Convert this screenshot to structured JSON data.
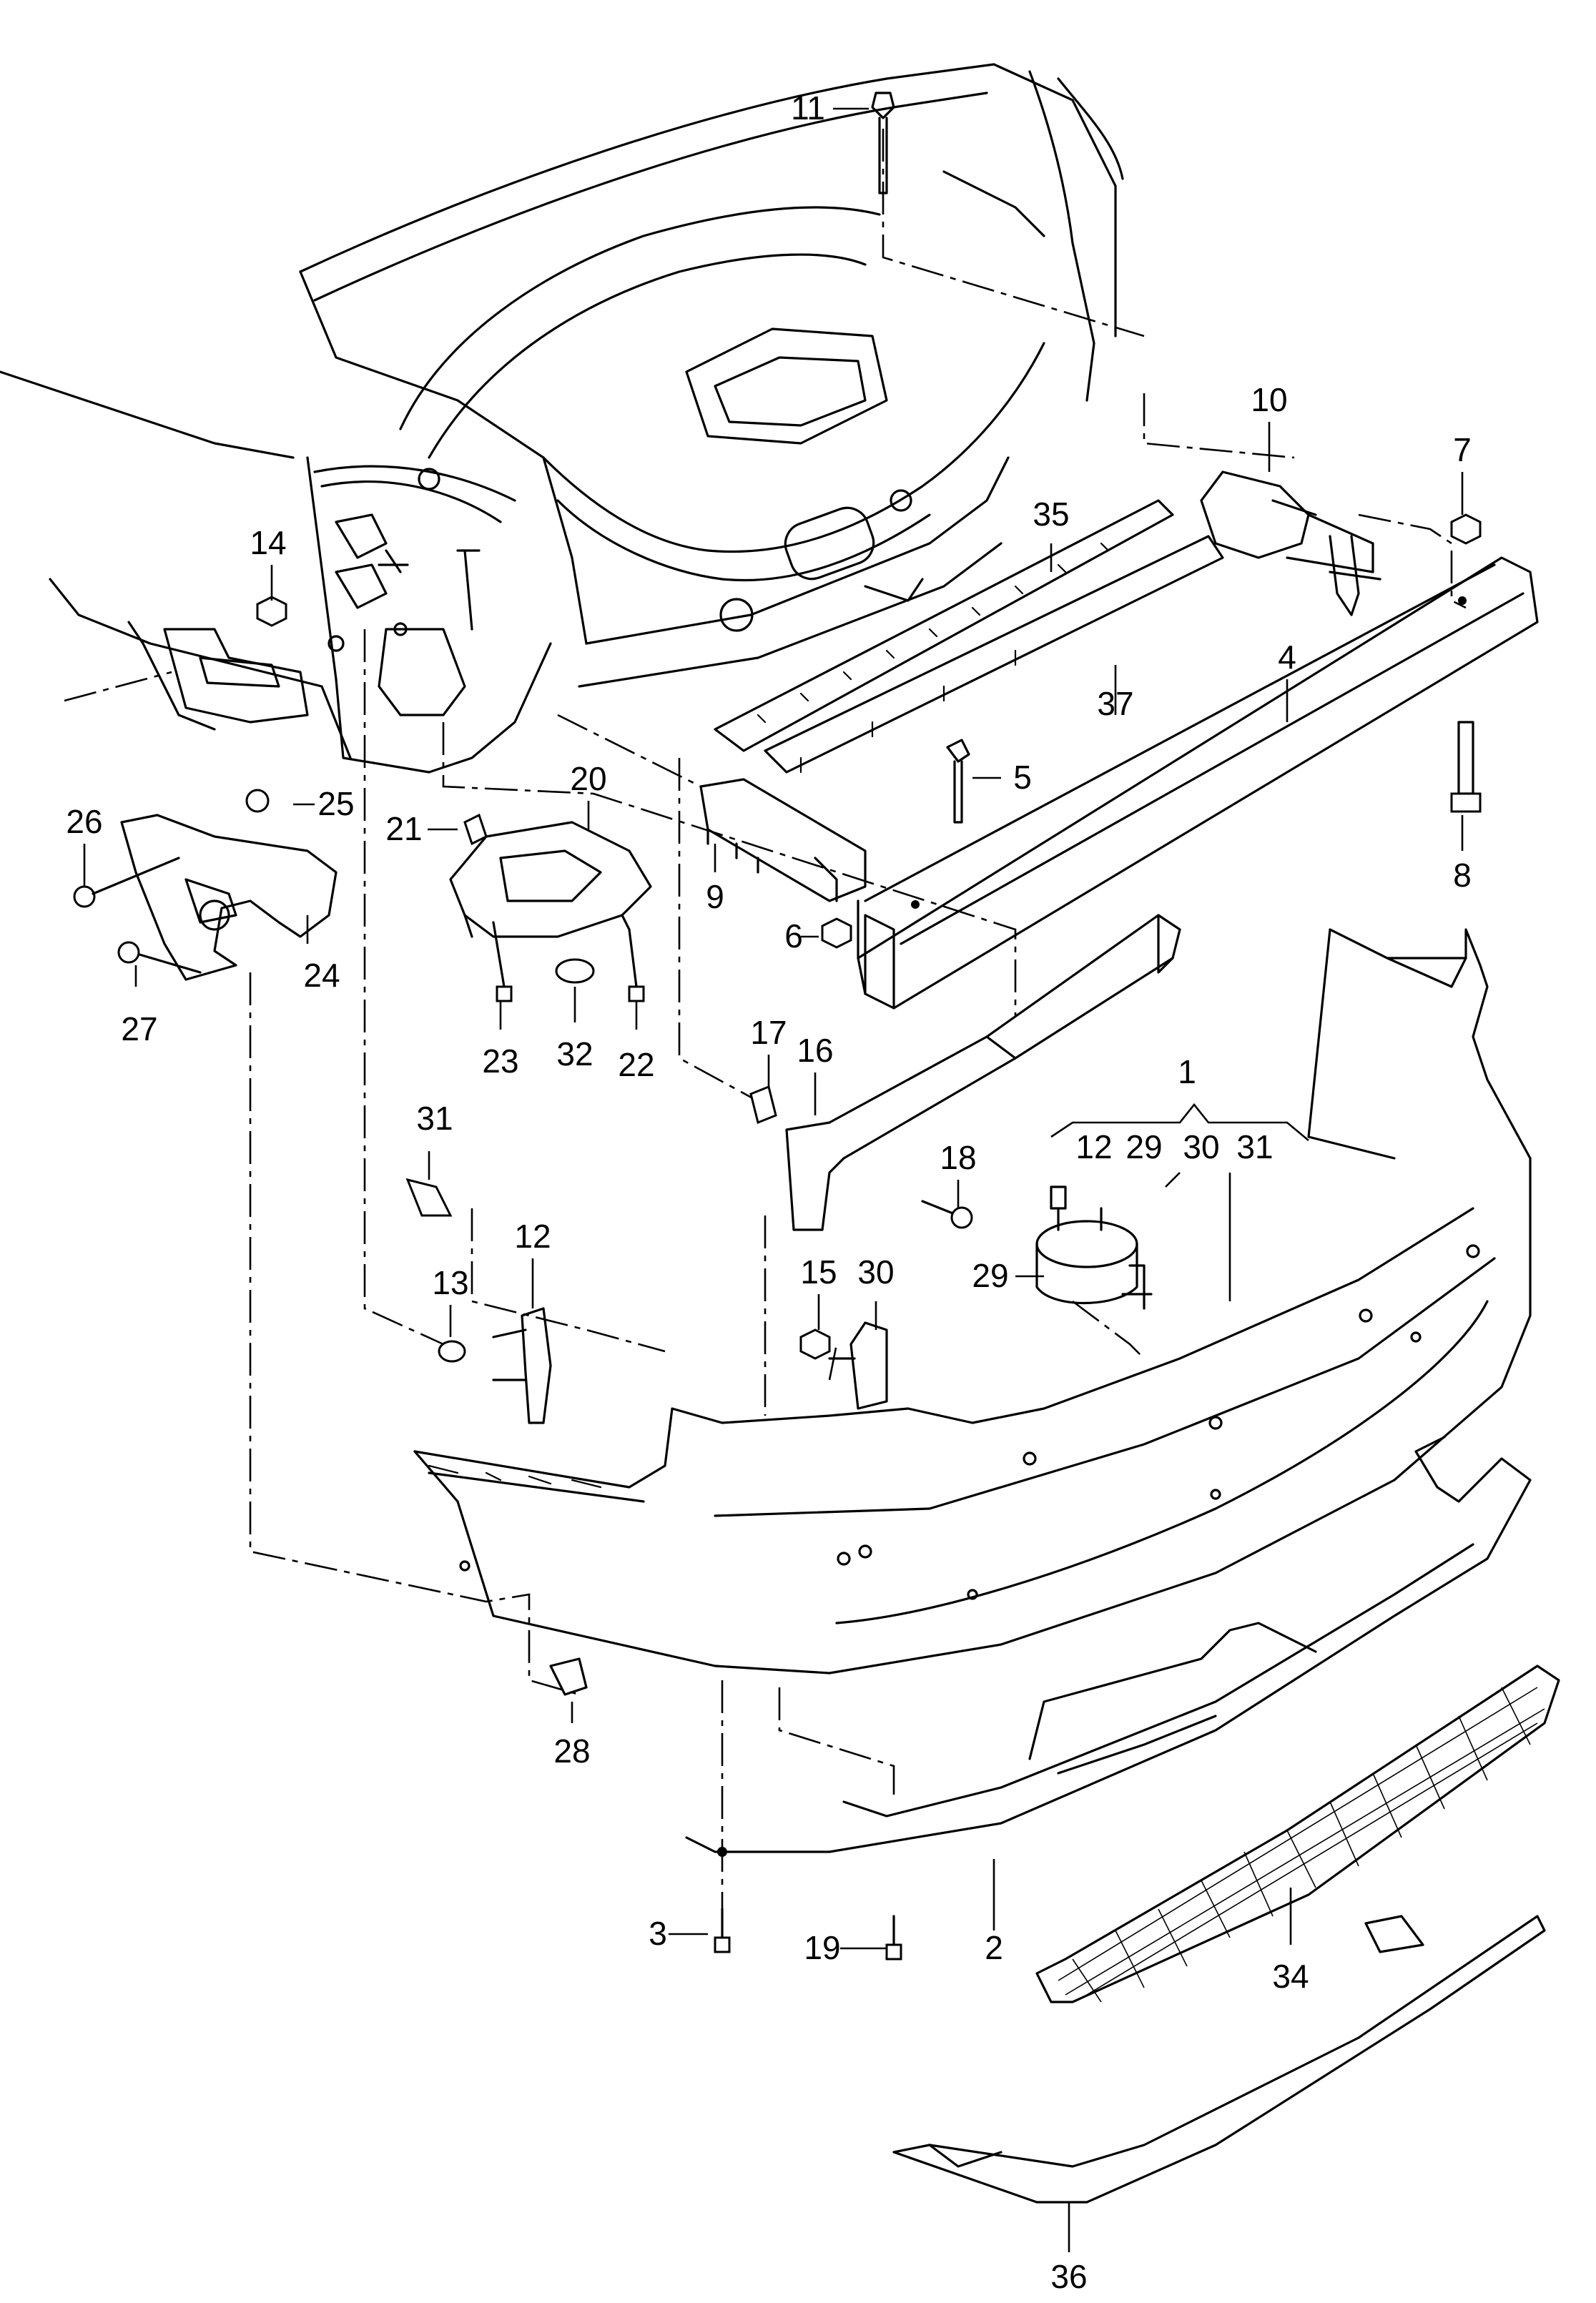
{
  "callouts": [
    {
      "id": "c1",
      "label": "1"
    },
    {
      "id": "c2",
      "label": "2"
    },
    {
      "id": "c3",
      "label": "3"
    },
    {
      "id": "c4",
      "label": "4"
    },
    {
      "id": "c5",
      "label": "5"
    },
    {
      "id": "c6",
      "label": "6"
    },
    {
      "id": "c7",
      "label": "7"
    },
    {
      "id": "c8",
      "label": "8"
    },
    {
      "id": "c9",
      "label": "9"
    },
    {
      "id": "c10",
      "label": "10"
    },
    {
      "id": "c11",
      "label": "11"
    },
    {
      "id": "c12",
      "label": "12"
    },
    {
      "id": "c13",
      "label": "13"
    },
    {
      "id": "c14",
      "label": "14"
    },
    {
      "id": "c15",
      "label": "15"
    },
    {
      "id": "c16",
      "label": "16"
    },
    {
      "id": "c17",
      "label": "17"
    },
    {
      "id": "c18",
      "label": "18"
    },
    {
      "id": "c19",
      "label": "19"
    },
    {
      "id": "c20",
      "label": "20"
    },
    {
      "id": "c21",
      "label": "21"
    },
    {
      "id": "c22",
      "label": "22"
    },
    {
      "id": "c23",
      "label": "23"
    },
    {
      "id": "c24",
      "label": "24"
    },
    {
      "id": "c25",
      "label": "25"
    },
    {
      "id": "c26",
      "label": "26"
    },
    {
      "id": "c27",
      "label": "27"
    },
    {
      "id": "c28",
      "label": "28"
    },
    {
      "id": "c29",
      "label": "29"
    },
    {
      "id": "c30",
      "label": "30"
    },
    {
      "id": "c31",
      "label": "31"
    },
    {
      "id": "c32",
      "label": "32"
    },
    {
      "id": "c34",
      "label": "34"
    },
    {
      "id": "c35",
      "label": "35"
    },
    {
      "id": "c36",
      "label": "36"
    },
    {
      "id": "c37",
      "label": "37"
    },
    {
      "id": "g12",
      "label": "12"
    },
    {
      "id": "g29",
      "label": "29"
    },
    {
      "id": "g30",
      "label": "30"
    },
    {
      "id": "g31",
      "label": "31"
    }
  ]
}
